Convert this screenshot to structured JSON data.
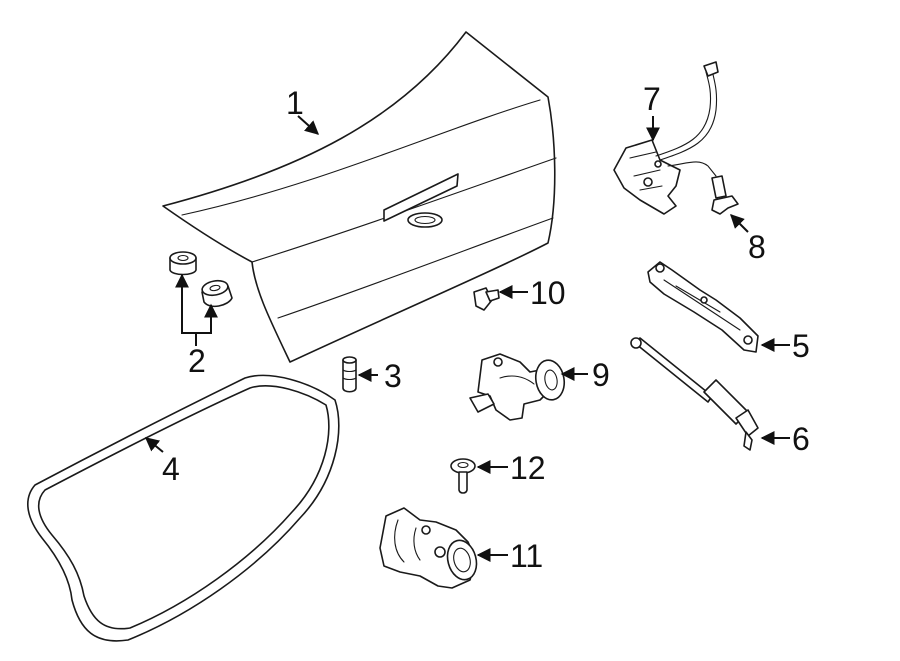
{
  "colors": {
    "line": "#1a1a1a",
    "background": "#ffffff"
  },
  "callouts": [
    {
      "id": "1",
      "label": "1"
    },
    {
      "id": "2",
      "label": "2"
    },
    {
      "id": "3",
      "label": "3"
    },
    {
      "id": "4",
      "label": "4"
    },
    {
      "id": "5",
      "label": "5"
    },
    {
      "id": "6",
      "label": "6"
    },
    {
      "id": "7",
      "label": "7"
    },
    {
      "id": "8",
      "label": "8"
    },
    {
      "id": "9",
      "label": "9"
    },
    {
      "id": "10",
      "label": "10"
    },
    {
      "id": "11",
      "label": "11"
    },
    {
      "id": "12",
      "label": "12"
    }
  ]
}
